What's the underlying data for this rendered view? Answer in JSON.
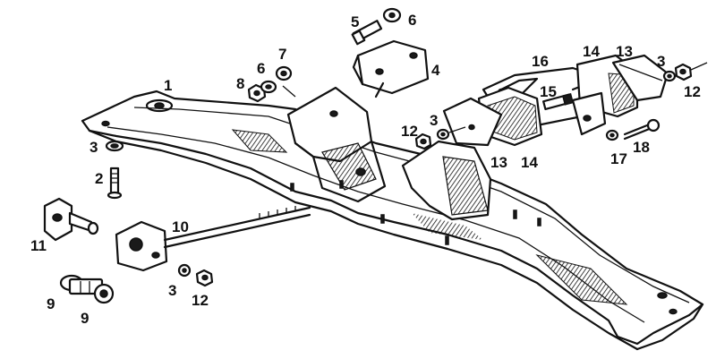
{
  "callouts": [
    {
      "id": "c1",
      "text": "1"
    },
    {
      "id": "c2",
      "text": "2"
    },
    {
      "id": "c3a",
      "text": "3"
    },
    {
      "id": "c3b",
      "text": "3"
    },
    {
      "id": "c3c",
      "text": "3"
    },
    {
      "id": "c3d",
      "text": "3"
    },
    {
      "id": "c4",
      "text": "4"
    },
    {
      "id": "c5",
      "text": "5"
    },
    {
      "id": "c6a",
      "text": "6"
    },
    {
      "id": "c6b",
      "text": "6"
    },
    {
      "id": "c7",
      "text": "7"
    },
    {
      "id": "c8",
      "text": "8"
    },
    {
      "id": "c9a",
      "text": "9"
    },
    {
      "id": "c9b",
      "text": "9"
    },
    {
      "id": "c10",
      "text": "10"
    },
    {
      "id": "c11",
      "text": "11"
    },
    {
      "id": "c12a",
      "text": "12"
    },
    {
      "id": "c12b",
      "text": "12"
    },
    {
      "id": "c12c",
      "text": "12"
    },
    {
      "id": "c13a",
      "text": "13"
    },
    {
      "id": "c13b",
      "text": "13"
    },
    {
      "id": "c14a",
      "text": "14"
    },
    {
      "id": "c14b",
      "text": "14"
    },
    {
      "id": "c15",
      "text": "15"
    },
    {
      "id": "c16",
      "text": "16"
    },
    {
      "id": "c17",
      "text": "17"
    },
    {
      "id": "c18",
      "text": "18"
    }
  ],
  "colors": {
    "ink": "#111111",
    "paper": "#ffffff"
  }
}
